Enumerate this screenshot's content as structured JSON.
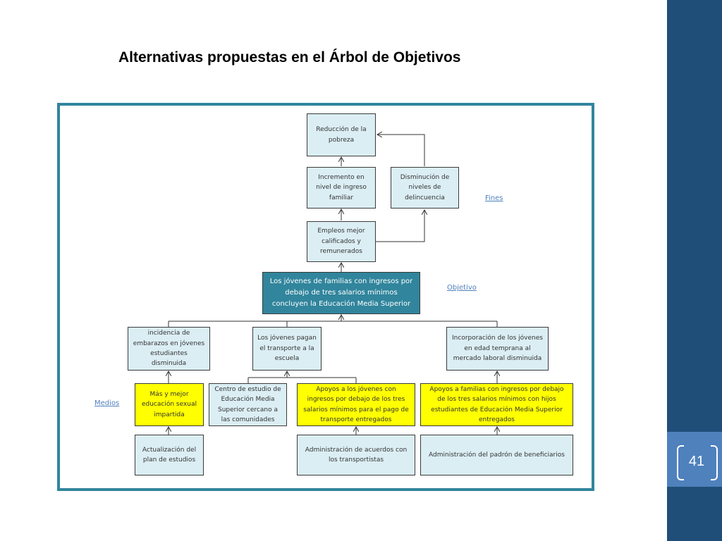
{
  "slide": {
    "title": "Alternativas propuestas en el Árbol de Objetivos",
    "page_number": "41"
  },
  "diagram": {
    "labels": {
      "fines": "Fines",
      "objetivo": "Objetivo",
      "medios": "Medios"
    },
    "boxes": {
      "reduccion": "Reducción de la pobreza",
      "incremento": "Incremento en nivel de ingreso familiar",
      "disminucion": "Disminución de niveles de delincuencia",
      "empleos": "Empleos mejor calificados y remunerados",
      "objetivo": "Los jóvenes de familias con ingresos por debajo de tres salarios mínimos concluyen la Educación Media Superior",
      "incidencia": "incidencia de embarazos en jóvenes estudiantes disminuida",
      "transporte": "Los jóvenes pagan el transporte a la escuela",
      "incorporacion": "Incorporación de los jóvenes en edad temprana al mercado laboral disminuida",
      "educacion_sexual": "Más y mejor educación sexual impartida",
      "centro_estudio": "Centro de estudio de Educación Media Superior cercano a las comunidades",
      "apoyos_jovenes": "Apoyos a los jóvenes con ingresos por debajo de los tres salarios mínimos para el pago de transporte entregados",
      "apoyos_familias": "Apoyos a familias con ingresos por debajo de los tres salarios mínimos con hijos estudiantes de Educación Media Superior entregados",
      "actualizacion": "Actualización del plan de estudios",
      "administracion_acuerdos": "Administración de acuerdos con los transportistas",
      "administracion_padron": "Administración del padrón de beneficiarios"
    },
    "colors": {
      "frame": "#31859c",
      "box_fill": "#dbeef4",
      "objective_fill": "#31859c",
      "highlight_fill": "#ffff00",
      "sidebar": "#1f4e79",
      "sidebar_band": "#4f81bd"
    }
  }
}
